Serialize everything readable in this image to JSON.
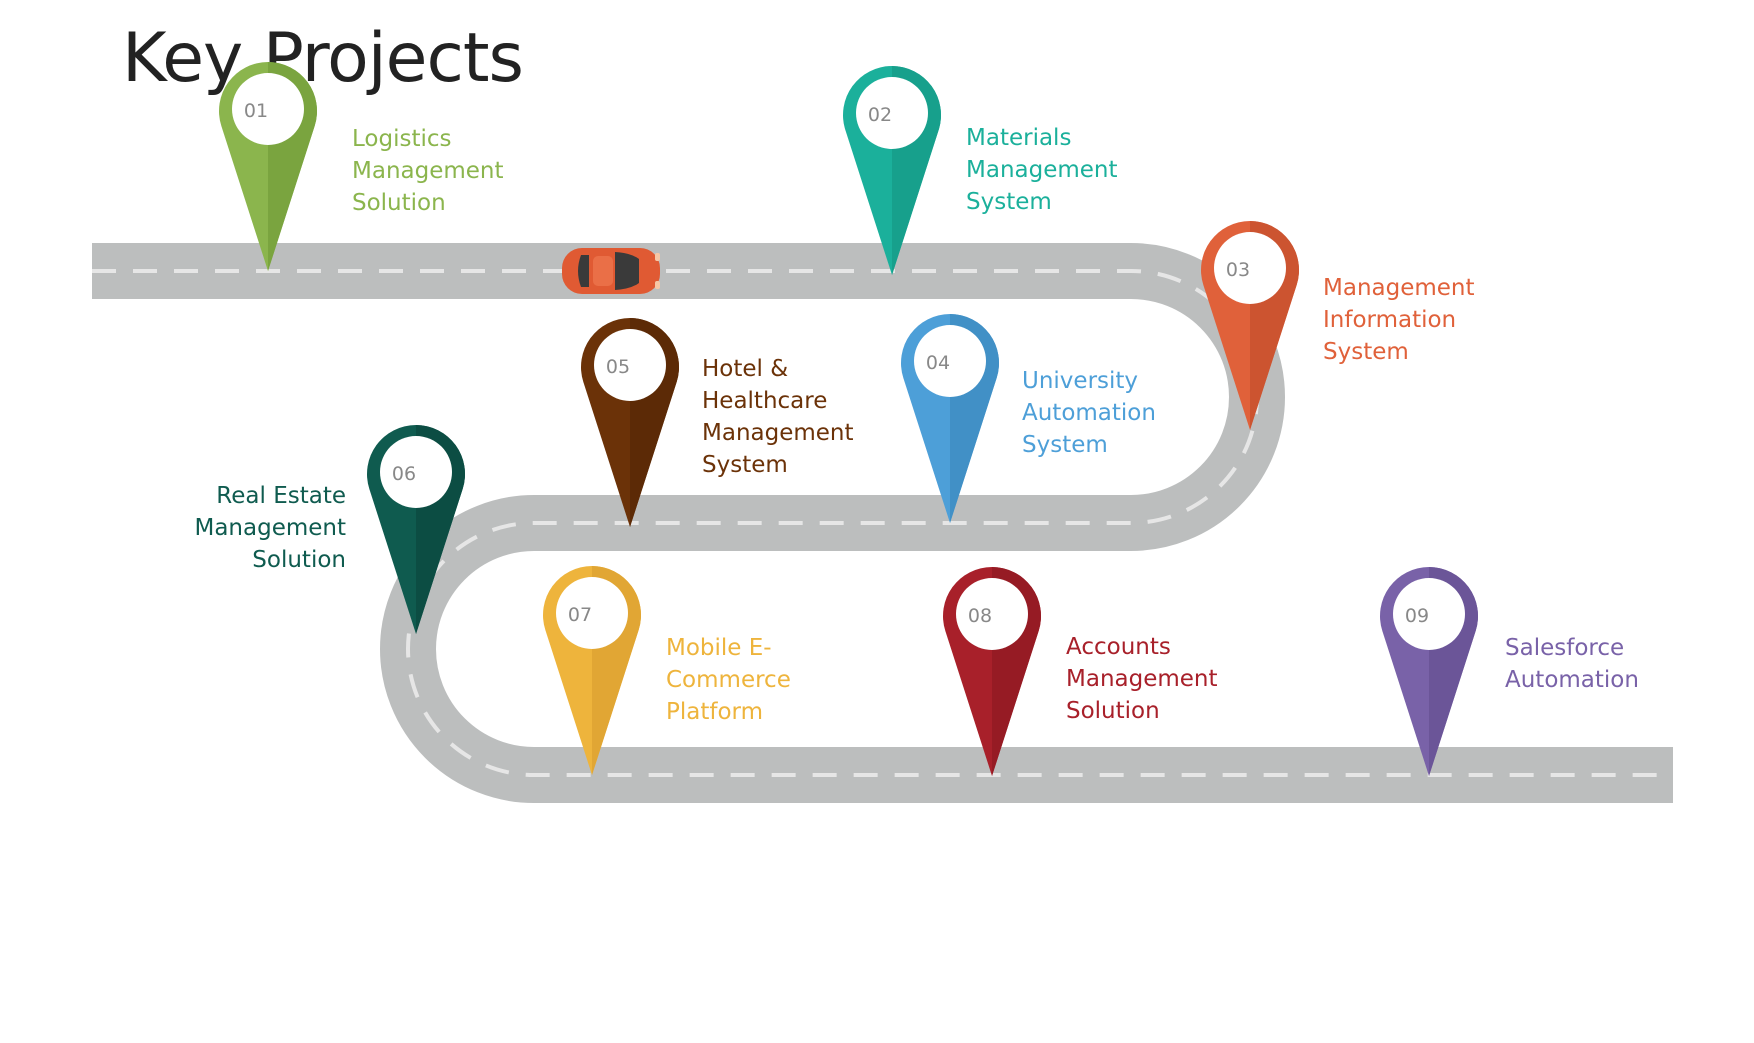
{
  "title": "Key Projects",
  "colors": {
    "road": "#bcbebe",
    "dash": "#e6e6e6",
    "car_body": "#e05a33",
    "car_window": "#3a3a3a",
    "pin_number_text": "#888888",
    "title_text": "#222222"
  },
  "projects": [
    {
      "number": "01",
      "lines": [
        "Logistics",
        "Management",
        "Solution"
      ],
      "color": "#8bb54d",
      "color_dark": "#7aa43f",
      "label_align": "left"
    },
    {
      "number": "02",
      "lines": [
        "Materials",
        "Management",
        "System"
      ],
      "color": "#1bb09b",
      "color_dark": "#17a08c",
      "label_align": "left"
    },
    {
      "number": "03",
      "lines": [
        "Management",
        "Information",
        "System"
      ],
      "color": "#e0613a",
      "color_dark": "#cc5430",
      "label_align": "left"
    },
    {
      "number": "04",
      "lines": [
        "University",
        "Automation",
        "System"
      ],
      "color": "#4d9fd8",
      "color_dark": "#4190c6",
      "label_align": "left"
    },
    {
      "number": "05",
      "lines": [
        "Hotel &",
        "Healthcare",
        "Management",
        "System"
      ],
      "color": "#6b3208",
      "color_dark": "#5c2a06",
      "label_align": "left"
    },
    {
      "number": "06",
      "lines": [
        "Real Estate",
        "Management",
        "Solution"
      ],
      "color": "#0f5b4f",
      "color_dark": "#0c4d43",
      "label_align": "right"
    },
    {
      "number": "07",
      "lines": [
        "Mobile E-",
        "Commerce",
        "Platform"
      ],
      "color": "#eeb43c",
      "color_dark": "#e1a634",
      "label_align": "left"
    },
    {
      "number": "08",
      "lines": [
        "Accounts",
        "Management",
        "Solution"
      ],
      "color": "#a8202a",
      "color_dark": "#961b24",
      "label_align": "left"
    },
    {
      "number": "09",
      "lines": [
        "Salesforce",
        "Automation"
      ],
      "color": "#7962a8",
      "color_dark": "#6b5598",
      "label_align": "left"
    }
  ]
}
